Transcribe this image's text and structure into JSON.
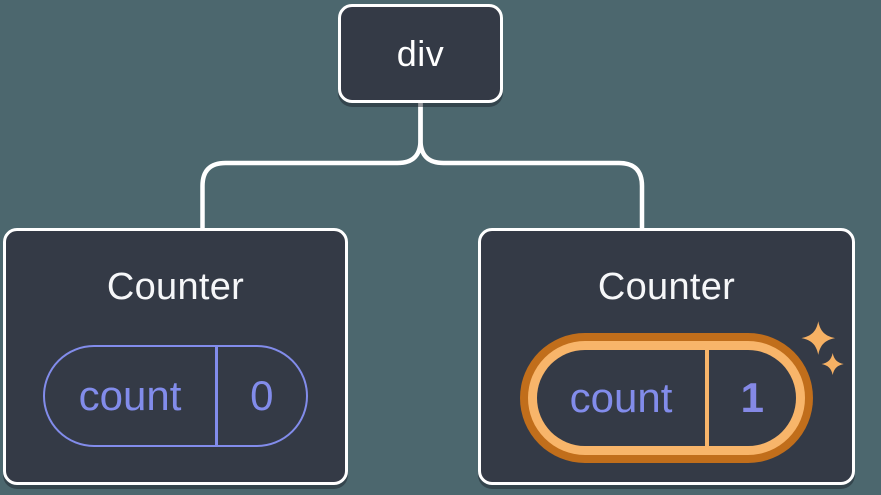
{
  "diagram": {
    "type": "react-component-tree",
    "root": {
      "label": "div"
    },
    "children": [
      {
        "title": "Counter",
        "state": {
          "key": "count",
          "value": "0"
        },
        "highlighted": false
      },
      {
        "title": "Counter",
        "state": {
          "key": "count",
          "value": "1"
        },
        "highlighted": true
      }
    ],
    "icons": {
      "sparkles": "✦✧"
    },
    "colors": {
      "background": "#4C676E",
      "node_fill": "#343A46",
      "node_border": "#FFFFFF",
      "state_accent": "#828CEB",
      "highlight_ring_outer": "#C16E1B",
      "highlight_ring_inner": "#F8B56A",
      "sparkle": "#F6B164"
    }
  }
}
